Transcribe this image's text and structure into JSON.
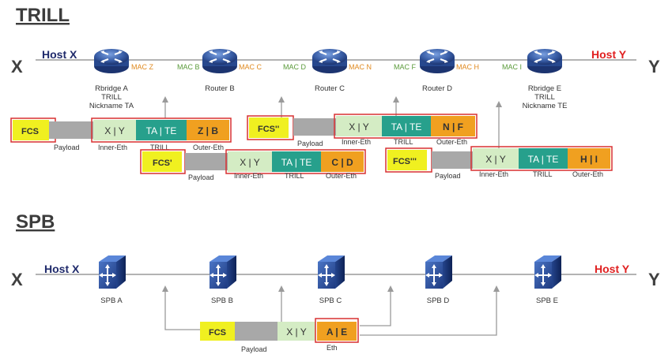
{
  "trill": {
    "title": "TRILL",
    "x_label": "X",
    "y_label": "Y",
    "host_x": "Host X",
    "host_y": "Host Y",
    "nodes": [
      {
        "name": "Rbridge A",
        "line2": "TRILL",
        "line3": "Nickname TA"
      },
      {
        "name": "Router B",
        "line2": "",
        "line3": ""
      },
      {
        "name": "Router C",
        "line2": "",
        "line3": ""
      },
      {
        "name": "Router D",
        "line2": "",
        "line3": ""
      },
      {
        "name": "Rbridge E",
        "line2": "TRILL",
        "line3": "Nickname TE"
      }
    ],
    "macs": [
      "MAC Z",
      "MAC B",
      "MAC C",
      "MAC D",
      "MAC N",
      "MAC F",
      "MAC H",
      "MAC I"
    ],
    "frames": [
      {
        "fcs": "FCS",
        "inner": "X | Y",
        "trill": "TA | TE",
        "outer": "Z | B"
      },
      {
        "fcs": "FCS'",
        "inner": "X | Y",
        "trill": "TA | TE",
        "outer": "C | D"
      },
      {
        "fcs": "FCS''",
        "inner": "X | Y",
        "trill": "TA | TE",
        "outer": "N | F"
      },
      {
        "fcs": "FCS'''",
        "inner": "X | Y",
        "trill": "TA | TE",
        "outer": "H | I"
      }
    ],
    "labels": {
      "payload": "Payload",
      "inner_eth": "Inner-Eth",
      "trill": "TRILL",
      "outer_eth": "Outer-Eth"
    }
  },
  "spb": {
    "title": "SPB",
    "x_label": "X",
    "y_label": "Y",
    "host_x": "Host X",
    "host_y": "Host Y",
    "nodes": [
      "SPB A",
      "SPB B",
      "SPB C",
      "SPB D",
      "SPB E"
    ],
    "frame": {
      "fcs": "FCS",
      "inner": "X | Y",
      "eth": "A | E"
    },
    "labels": {
      "payload": "Payload",
      "eth": "Eth"
    }
  },
  "colors": {
    "navy": "#1f2a6b",
    "red": "#e02020",
    "mac_green": "#5a9a3a",
    "mac_orange": "#e08a20",
    "fcs_yellow": "#f0f020",
    "payload_gray": "#a8a8a8",
    "inner_green": "#d4ecc4",
    "trill_teal": "#27a08c",
    "outer_orange": "#f0a020",
    "router_blue": "#3a5fa8",
    "border_red": "#d83030"
  }
}
